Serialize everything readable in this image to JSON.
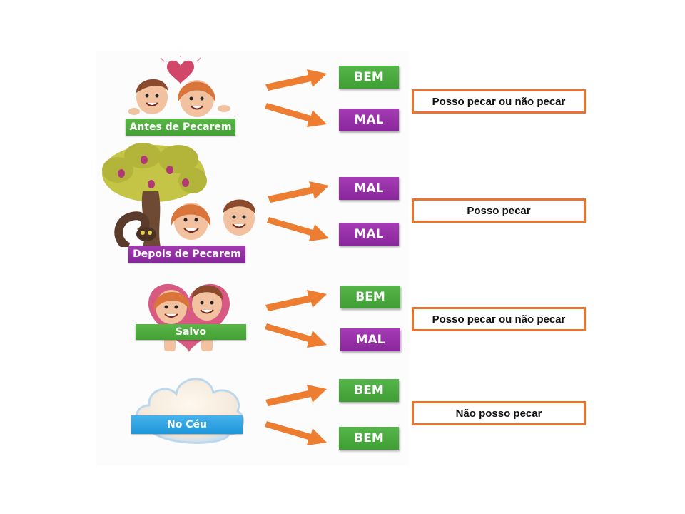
{
  "colors": {
    "arrow": "#ed7d31",
    "result_border": "#e9742d",
    "good": "#4caf50",
    "bad": "#9c27b0",
    "heaven": "#2196f3"
  },
  "states": [
    {
      "label": "Antes de Pecarem",
      "label_color": "green",
      "illustration": "adam-eve-heart",
      "outcomes": [
        {
          "text": "BEM",
          "kind": "good"
        },
        {
          "text": "MAL",
          "kind": "bad"
        }
      ],
      "result": "Posso pecar ou não pecar"
    },
    {
      "label": "Depois de Pecarem",
      "label_color": "purple",
      "illustration": "tree-serpent-adam-eve",
      "outcomes": [
        {
          "text": "MAL",
          "kind": "bad"
        },
        {
          "text": "MAL",
          "kind": "bad"
        }
      ],
      "result": "Posso pecar"
    },
    {
      "label": "Salvo",
      "label_color": "green",
      "illustration": "adam-eve-big-heart",
      "outcomes": [
        {
          "text": "BEM",
          "kind": "good"
        },
        {
          "text": "MAL",
          "kind": "bad"
        }
      ],
      "result": "Posso pecar ou não pecar"
    },
    {
      "label": "No Céu",
      "label_color": "blue",
      "illustration": "cloud",
      "outcomes": [
        {
          "text": "BEM",
          "kind": "good"
        },
        {
          "text": "BEM",
          "kind": "good"
        }
      ],
      "result": "Não posso pecar"
    }
  ]
}
